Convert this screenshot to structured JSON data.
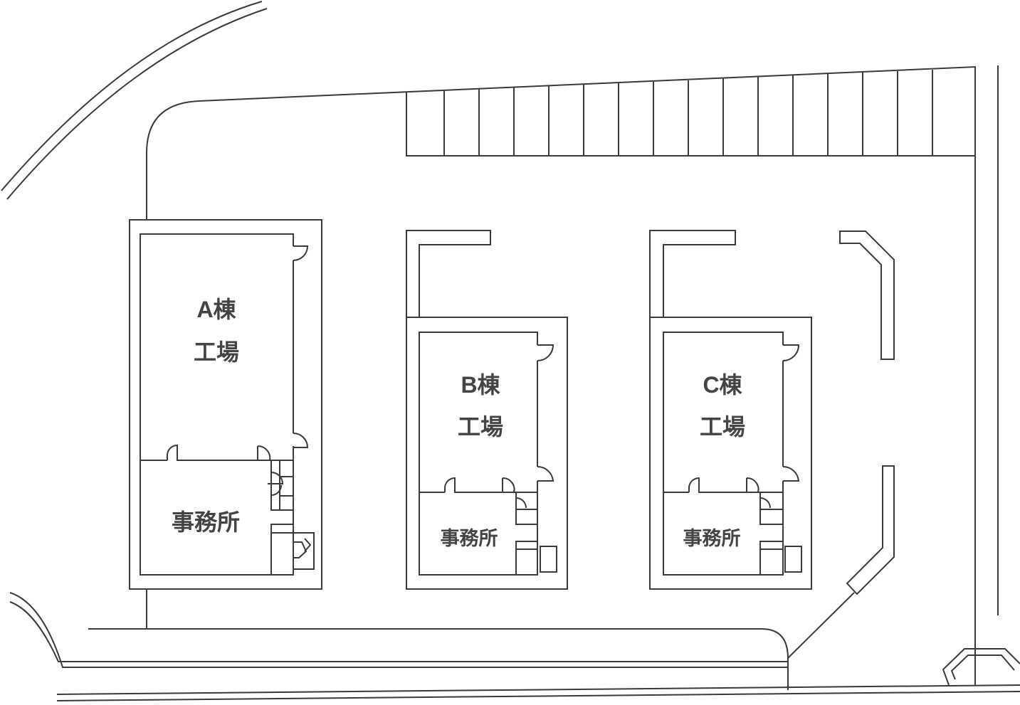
{
  "buildings": {
    "a": {
      "title": "A棟",
      "subtitle": "工場",
      "office": "事務所"
    },
    "b": {
      "title": "B棟",
      "subtitle": "工場",
      "office": "事務所"
    },
    "c": {
      "title": "C棟",
      "subtitle": "工場",
      "office": "事務所"
    }
  },
  "colors": {
    "line": "#3a3a3a",
    "text": "#444444",
    "background": "#ffffff"
  }
}
